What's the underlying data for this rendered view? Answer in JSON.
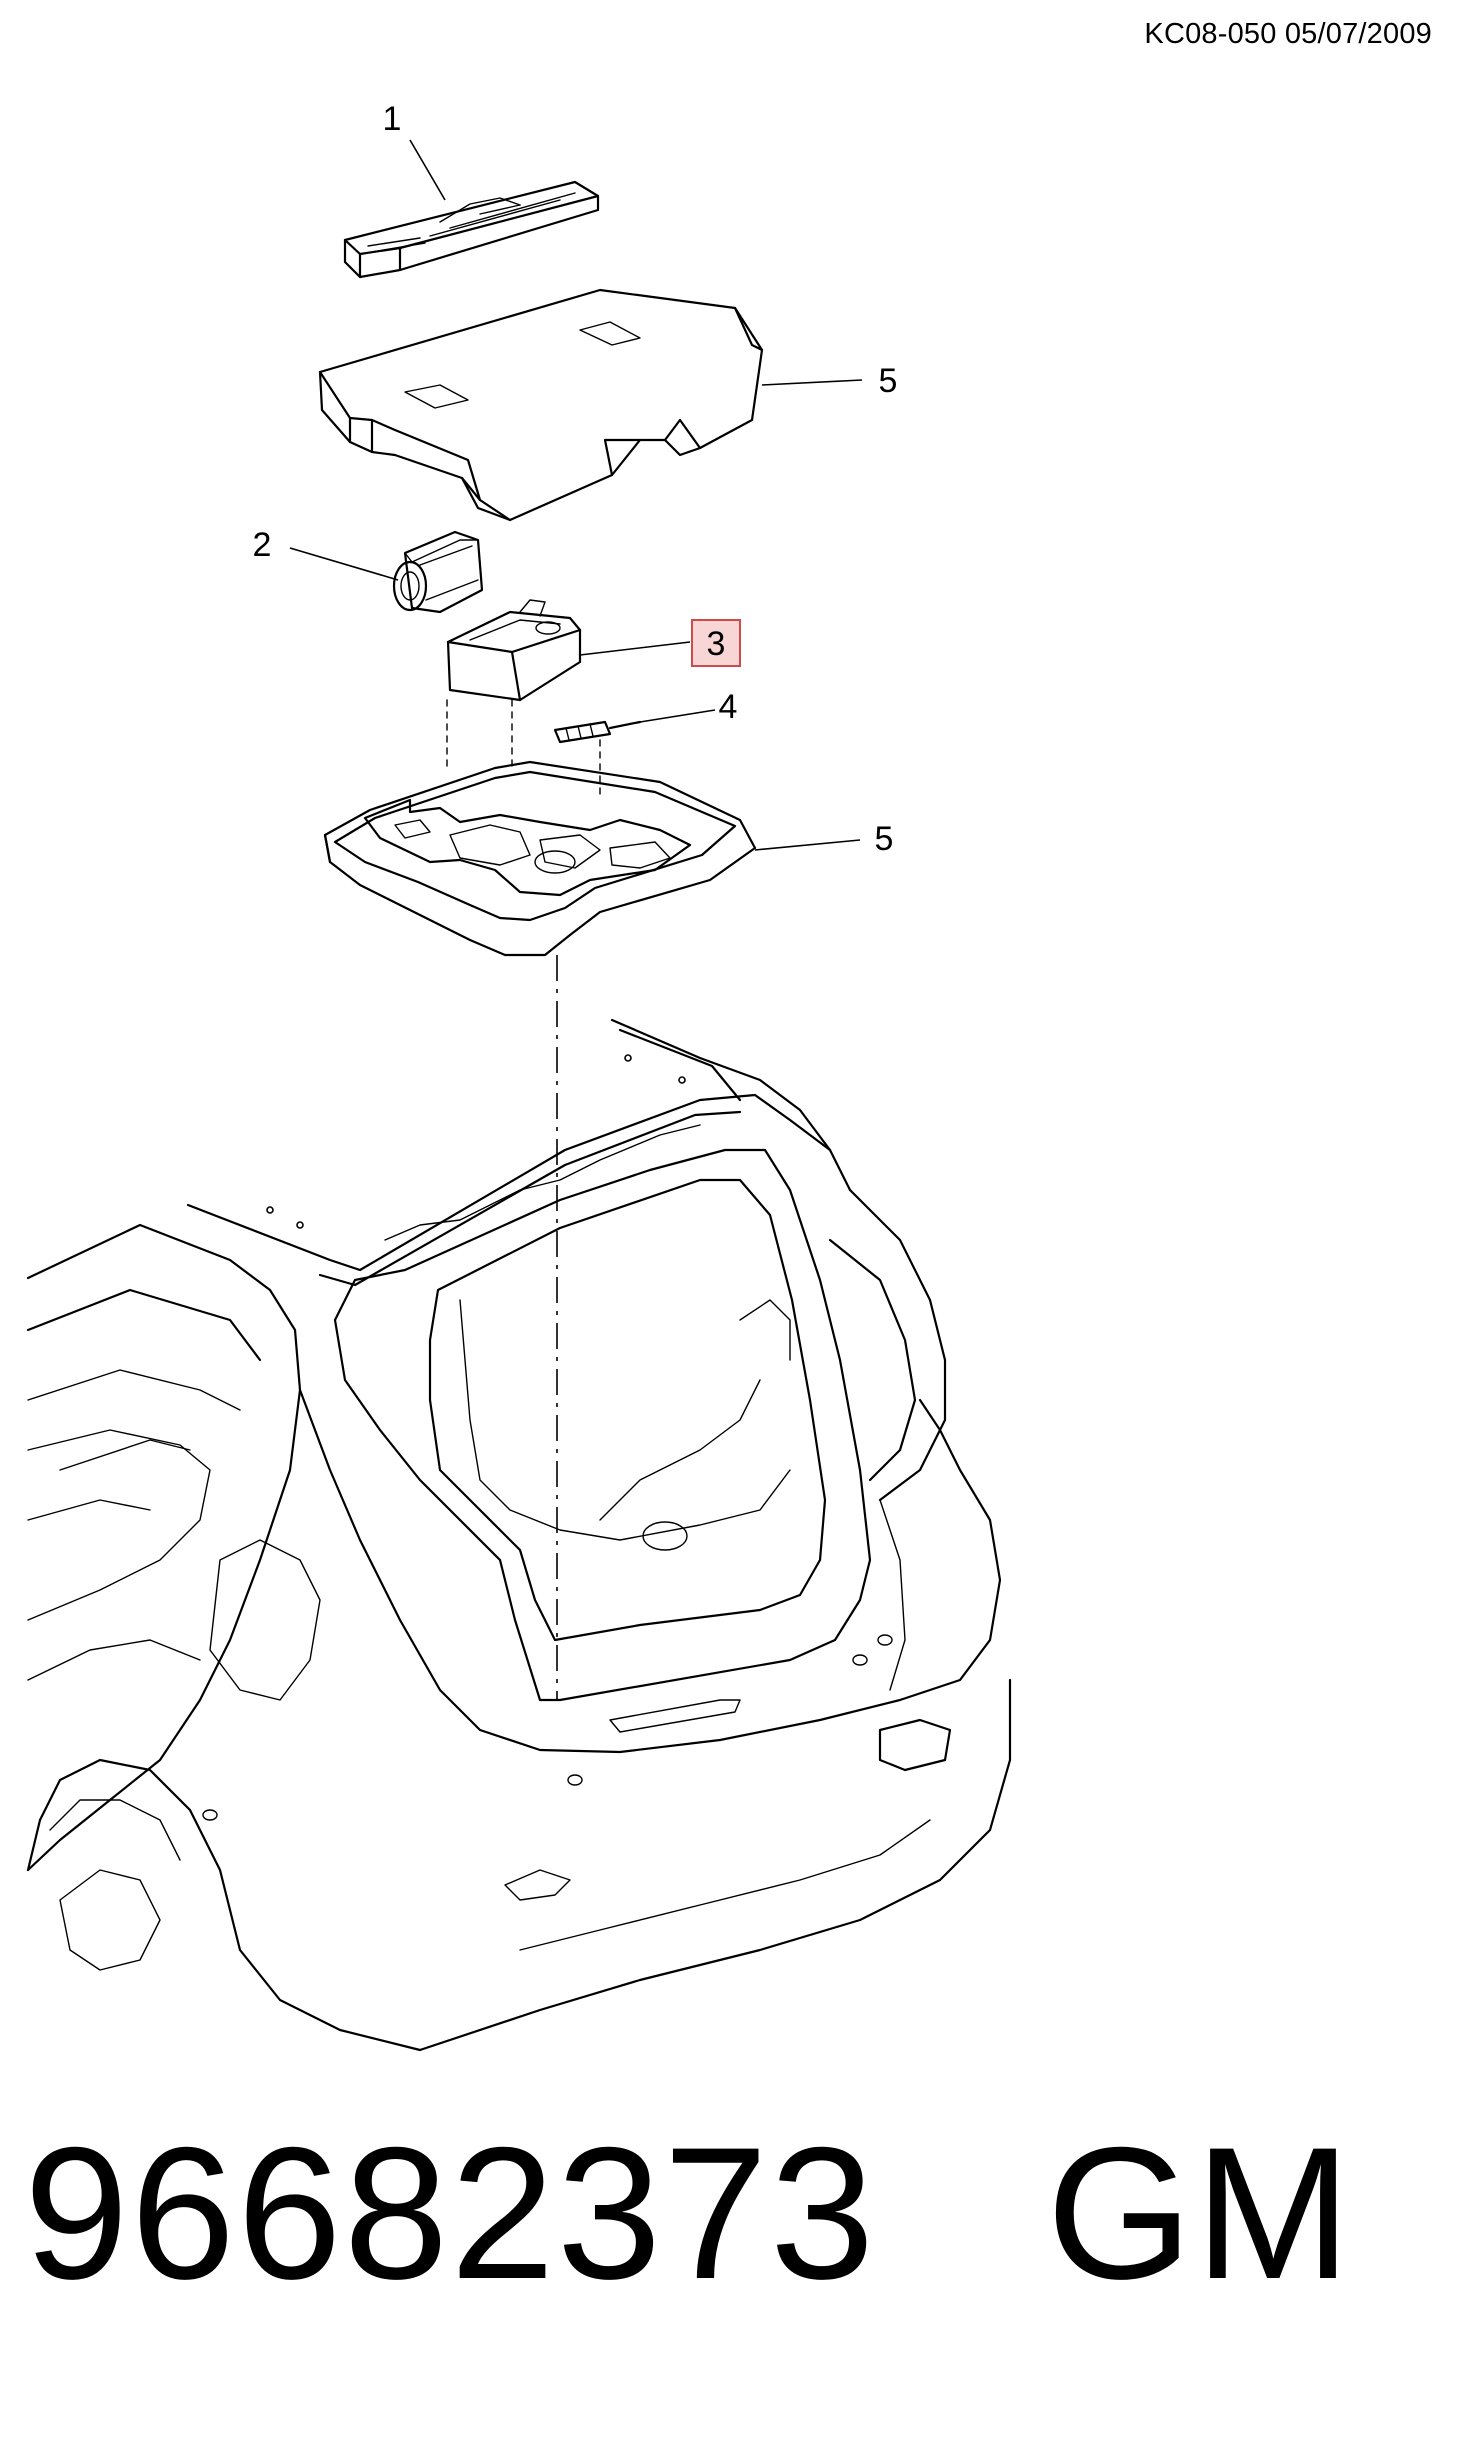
{
  "header": {
    "doc_id": "KC08-050 05/07/2009"
  },
  "callouts": [
    {
      "label": "1"
    },
    {
      "label": "5"
    },
    {
      "label": "2"
    },
    {
      "label": "3",
      "highlighted": true
    },
    {
      "label": "4"
    },
    {
      "label": "5"
    }
  ],
  "footer": {
    "part_number": "96682373",
    "brand": "GM"
  },
  "colors": {
    "highlight_fill": "#f9d6d6",
    "highlight_border": "#d04a4a",
    "line": "#000000"
  }
}
